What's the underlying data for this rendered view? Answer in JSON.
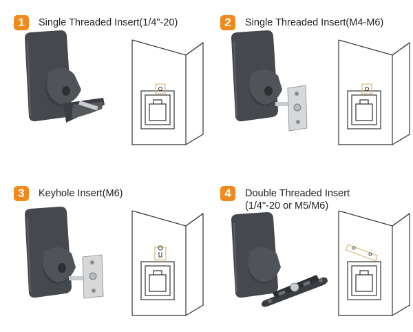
{
  "panels": [
    {
      "number": "1",
      "title": "Single Threaded Insert(1/4\"-20)",
      "icon": "mount-single-threaded-insert"
    },
    {
      "number": "2",
      "title": "Single Threaded Insert(M4-M6)",
      "icon": "mount-threaded-plate"
    },
    {
      "number": "3",
      "title": "Keyhole Insert(M6)",
      "icon": "mount-keyhole-plate"
    },
    {
      "number": "4",
      "title": "Double Threaded Insert",
      "title_line2": "(1/4\"-20 or M5/M6)",
      "icon": "mount-double-bracket"
    }
  ],
  "colors": {
    "badge": "#f08a1c",
    "mount": "#45484c",
    "plate": "#d6d8da",
    "cabinet_line": "#333333",
    "marker": "#d9b67a"
  }
}
